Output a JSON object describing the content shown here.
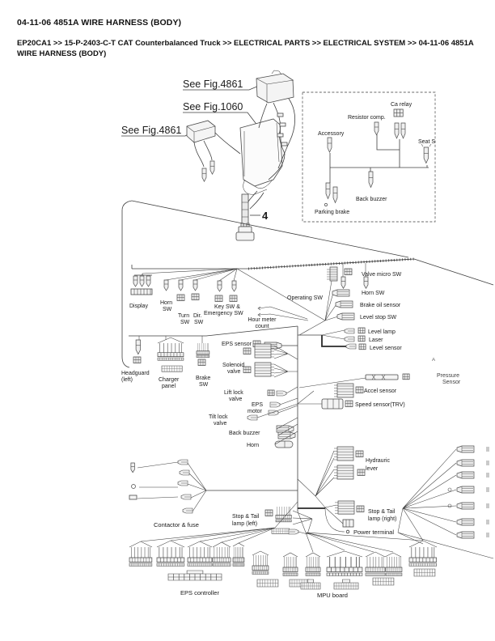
{
  "header": {
    "title": "04-11-06 4851A WIRE HARNESS (BODY)",
    "breadcrumb": "EP20CA1 >> 15-P-2403-C-T CAT Counterbalanced Truck >> ELECTRICAL PARTS >> ELECTRICAL SYSTEM >> 04-11-06 4851A WIRE HARNESS (BODY)"
  },
  "figure_refs": {
    "fig1": "See Fig.4861",
    "fig2": "See Fig.1060",
    "fig3": "See Fig.4861"
  },
  "callout": {
    "number": "4"
  },
  "relay_box": {
    "ca_relay": "Ca relay",
    "resistor_comp": "Resistor comp.",
    "accessory": "Accessory",
    "seat_sw": "Seat S",
    "back_buzzer": "Back buzzer",
    "parking_brake": "Parking brake"
  },
  "harness": {
    "display": "Display",
    "horn_sw_left_1": "Horn",
    "horn_sw_left_2": "SW",
    "turn_sw_1": "Turn",
    "turn_sw_2": "SW",
    "dir_sw_1": "Dir.",
    "dir_sw_2": "SW",
    "key_sw_1": "Key SW &",
    "key_sw_2": "Emergency SW",
    "operating_sw": "Operating SW",
    "hour_meter_1": "Hour meter",
    "hour_meter_2": "count",
    "valve_micro_sw": "Valve micro SW",
    "horn_sw_right": "Horn SW",
    "brake_oil_sensor": "Brake oil sensor",
    "level_stop_sw": "Level stop SW",
    "level_lamp": "Level lamp",
    "laser": "Laser",
    "level_sensor": "Level sensor",
    "eps_sensor": "EPS sensor",
    "headguard_1": "Headguard",
    "headguard_2": "(left)",
    "charger_1": "Charger",
    "charger_2": "panel",
    "brake_sw_1": "Brake",
    "brake_sw_2": "SW",
    "solenoid_1": "Solenoid",
    "solenoid_2": "valve",
    "lift_lock_1": "Lift lock",
    "lift_lock_2": "valve",
    "eps_motor_1": "EPS",
    "eps_motor_2": "motor",
    "tilt_lock_1": "Tilt lock",
    "tilt_lock_2": "valve",
    "back_buzzer": "Back buzzer",
    "horn": "Horn",
    "accel_sensor": "Accel sensor",
    "speed_sensor": "Speed sensor(TRV)",
    "pressure_1": "Pressure",
    "pressure_2": "Sensor",
    "edge_fragment_a": "A",
    "hydraulic_1": "Hydrauric",
    "hydraulic_2": "lever",
    "stop_tail_right_1": "Stop & Tail",
    "stop_tail_right_2": "lamp (right)",
    "power_terminal": "Power terminal",
    "stop_tail_left_1": "Stop & Tail",
    "stop_tail_left_2": "lamp (left)",
    "contactor_fuse": "Contactor & fuse",
    "eps_controller": "EPS controller",
    "mpu_board": "MPU board"
  }
}
